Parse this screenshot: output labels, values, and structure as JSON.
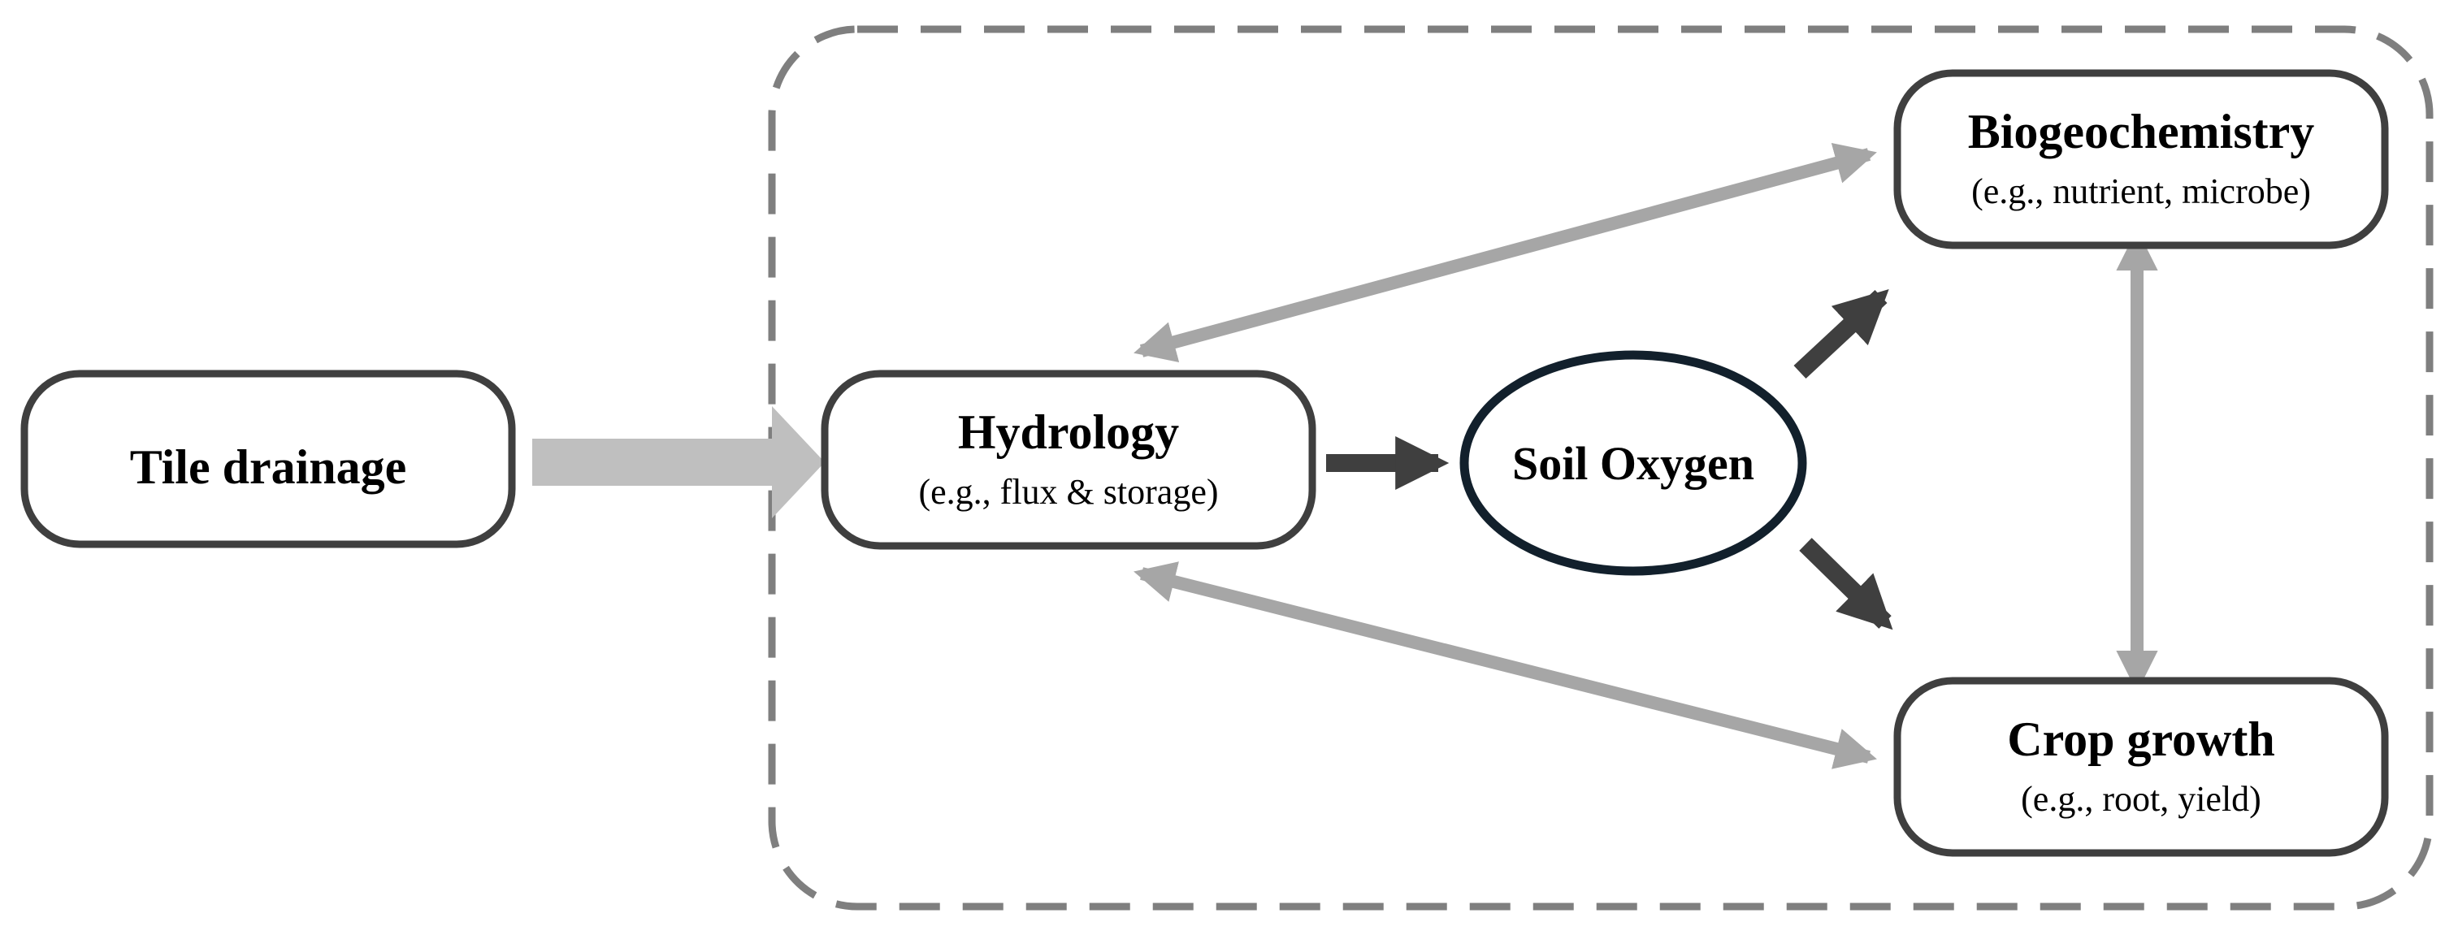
{
  "nodes": {
    "tile_drainage": {
      "title": "Tile drainage"
    },
    "hydrology": {
      "title": "Hydrology",
      "subtitle": "(e.g., flux & storage)"
    },
    "soil_oxygen": {
      "title": "Soil Oxygen"
    },
    "biogeochemistry": {
      "title": "Biogeochemistry",
      "subtitle": "(e.g., nutrient, microbe)"
    },
    "crop_growth": {
      "title": "Crop growth",
      "subtitle": "(e.g., root, yield)"
    }
  },
  "colors": {
    "box_stroke": "#3f3f3f",
    "ellipse_stroke": "#12202c",
    "dashed_border": "#7f7f7f",
    "dark_arrow": "#3f3f3f",
    "light_arrow": "#a6a6a6",
    "input_arrow": "#bfbfbf"
  }
}
